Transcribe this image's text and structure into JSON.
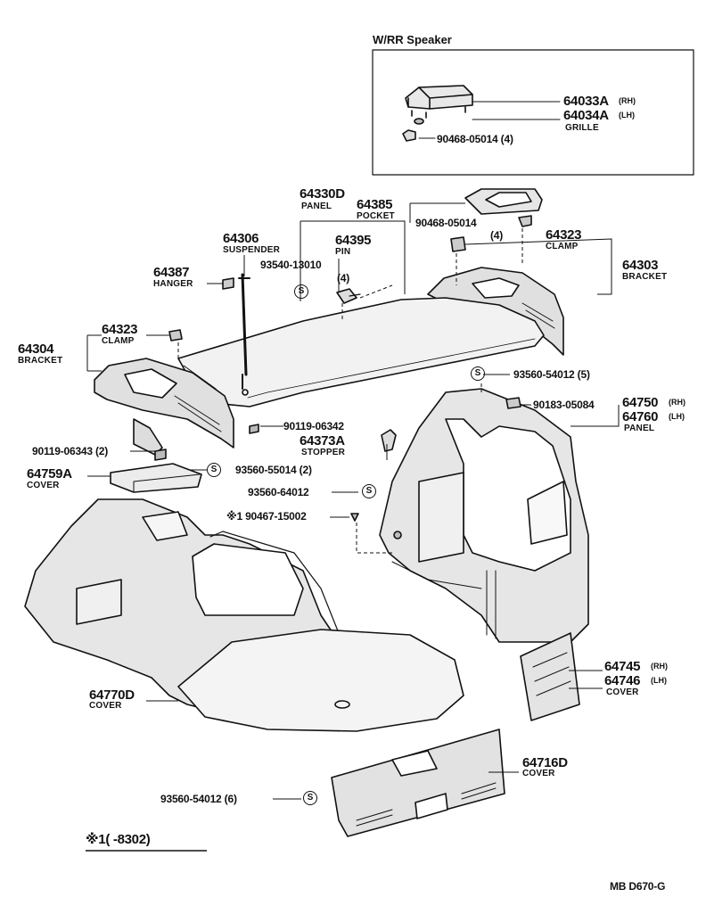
{
  "inset": {
    "title": "W/RR Speaker"
  },
  "parts": {
    "p64033A": {
      "number": "64033A",
      "suffix": "(RH)"
    },
    "p64034A": {
      "number": "64034A",
      "suffix": "(LH)",
      "name": "GRILLE"
    },
    "p90468_inset": {
      "number": "90468-05014 (4)"
    },
    "p64330D": {
      "number": "64330D",
      "name": "PANEL"
    },
    "p64385": {
      "number": "64385",
      "name": "POCKET"
    },
    "p90468_pocket": {
      "number": "90468-05014",
      "qty": "(4)"
    },
    "p64323_r": {
      "number": "64323",
      "name": "CLAMP"
    },
    "p64303": {
      "number": "64303",
      "name": "BRACKET"
    },
    "p64306": {
      "number": "64306",
      "name": "SUSPENDER"
    },
    "p64395": {
      "number": "64395",
      "name": "PIN"
    },
    "p93540": {
      "number": "93540-13010",
      "qty": "(4)"
    },
    "p64387": {
      "number": "64387",
      "name": "HANGER"
    },
    "p64323_l": {
      "number": "64323",
      "name": "CLAMP"
    },
    "p64304": {
      "number": "64304",
      "name": "BRACKET"
    },
    "p93560_5_top": {
      "number": "93560-54012 (5)"
    },
    "p90183": {
      "number": "90183-05084"
    },
    "p64750": {
      "number": "64750",
      "suffix": "(RH)"
    },
    "p64760": {
      "number": "64760",
      "suffix": "(LH)",
      "name": "PANEL"
    },
    "p90119_a": {
      "number": "90119-06342"
    },
    "p64373A": {
      "number": "64373A",
      "name": "STOPPER"
    },
    "p90119_b": {
      "number": "90119-06343 (2)"
    },
    "p64759A": {
      "number": "64759A",
      "name": "COVER"
    },
    "p93560_55014": {
      "number": "93560-55014 (2)"
    },
    "p93560_mid": {
      "number": "93560-64012"
    },
    "p90467": {
      "number": "※1 90467-15002"
    },
    "p64770D": {
      "number": "64770D",
      "name": "COVER"
    },
    "p64745": {
      "number": "64745",
      "suffix": "(RH)"
    },
    "p64746": {
      "number": "64746",
      "suffix": "(LH)",
      "name": "COVER"
    },
    "p64716D": {
      "number": "64716D",
      "name": "COVER"
    },
    "p93560_6": {
      "number": "93560-54012 (6)"
    }
  },
  "screw_mark": "S",
  "footnote": "※1(      -8302)",
  "code": "MB  D670-G"
}
